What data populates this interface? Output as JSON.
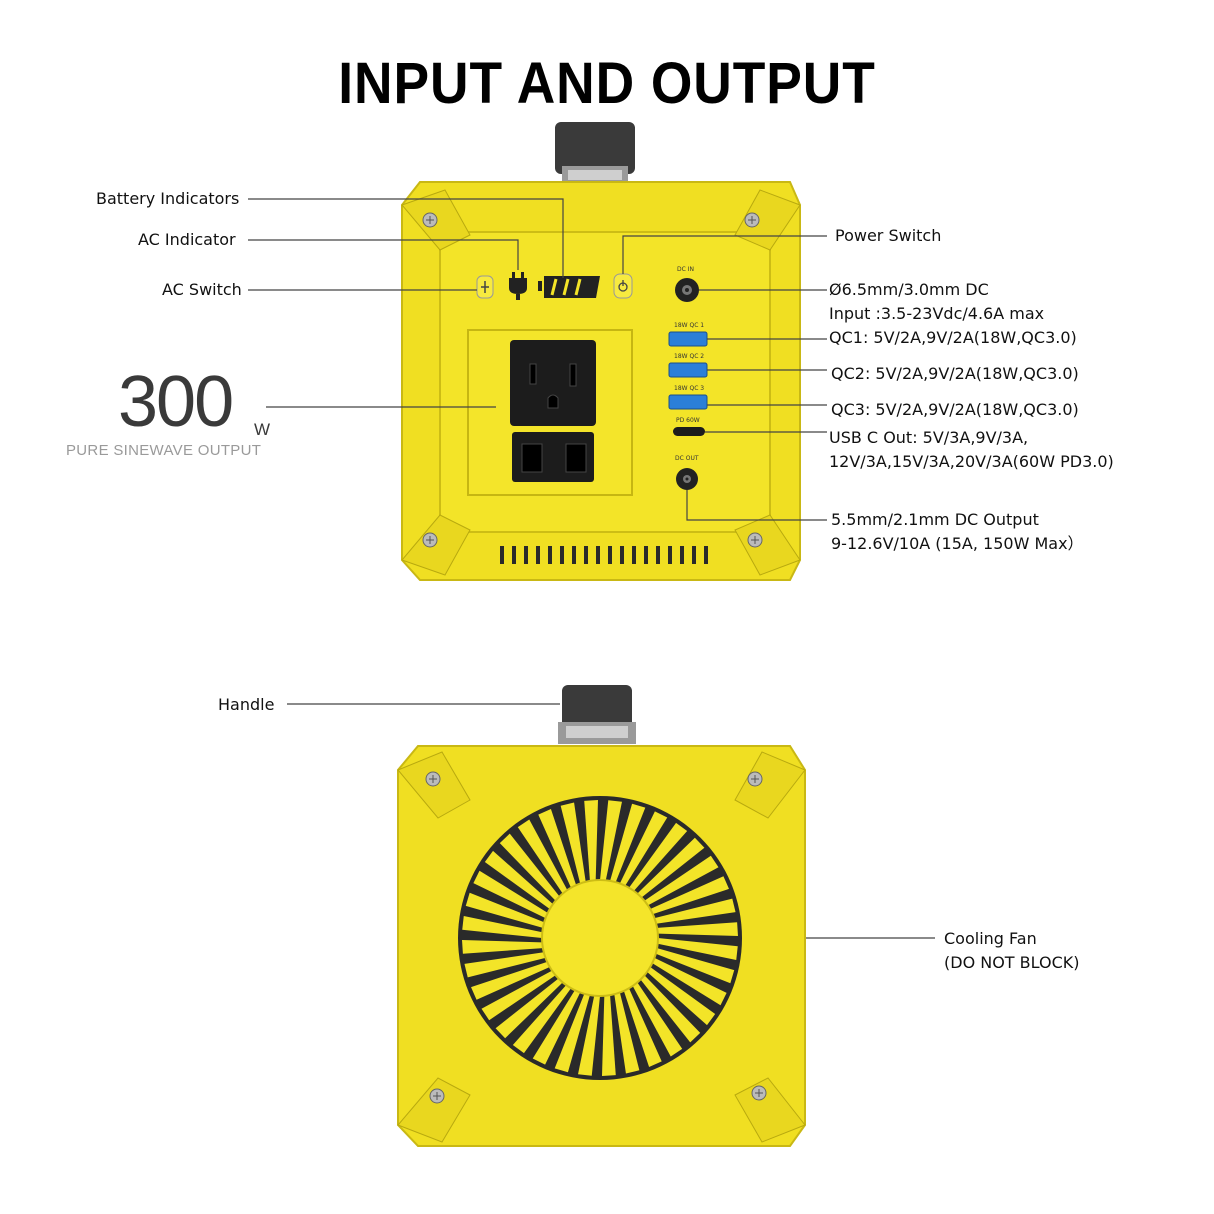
{
  "title": "INPUT AND OUTPUT",
  "power": {
    "value": "300",
    "unit": "W",
    "subtitle": "PURE SINEWAVE OUTPUT"
  },
  "labels": {
    "battery_indicators": "Battery Indicators",
    "ac_indicator": "AC Indicator",
    "ac_switch": "AC Switch",
    "power_switch": "Power Switch",
    "dc_in_line1": "Ø6.5mm/3.0mm DC",
    "dc_in_line2": "Input :3.5-23Vdc/4.6A max",
    "qc1": "QC1: 5V/2A,9V/2A(18W,QC3.0)",
    "qc2": "QC2: 5V/2A,9V/2A(18W,QC3.0)",
    "qc3": "QC3: 5V/2A,9V/2A(18W,QC3.0)",
    "usbc_line1": "USB C Out: 5V/3A,9V/3A,",
    "usbc_line2": "12V/3A,15V/3A,20V/3A(60W PD3.0)",
    "dc_out_line1": "5.5mm/2.1mm DC Output",
    "dc_out_line2": "9-12.6V/10A (15A, 150W Max）",
    "handle": "Handle",
    "cooling_fan_line1": "Cooling Fan",
    "cooling_fan_line2": "(DO NOT BLOCK)"
  },
  "panel_text": {
    "dc_in": "DC IN",
    "qc1": "18W QC 1",
    "qc2": "18W QC 2",
    "qc3": "18W QC 3",
    "pd": "PD 60W",
    "dc_out": "DC OUT"
  },
  "colors": {
    "body": "#f2e22a",
    "body_dark": "#d9c81c",
    "outline": "#b8a90f",
    "outlet": "#1c1c1c",
    "usb_blue": "#2b7fd8"
  }
}
